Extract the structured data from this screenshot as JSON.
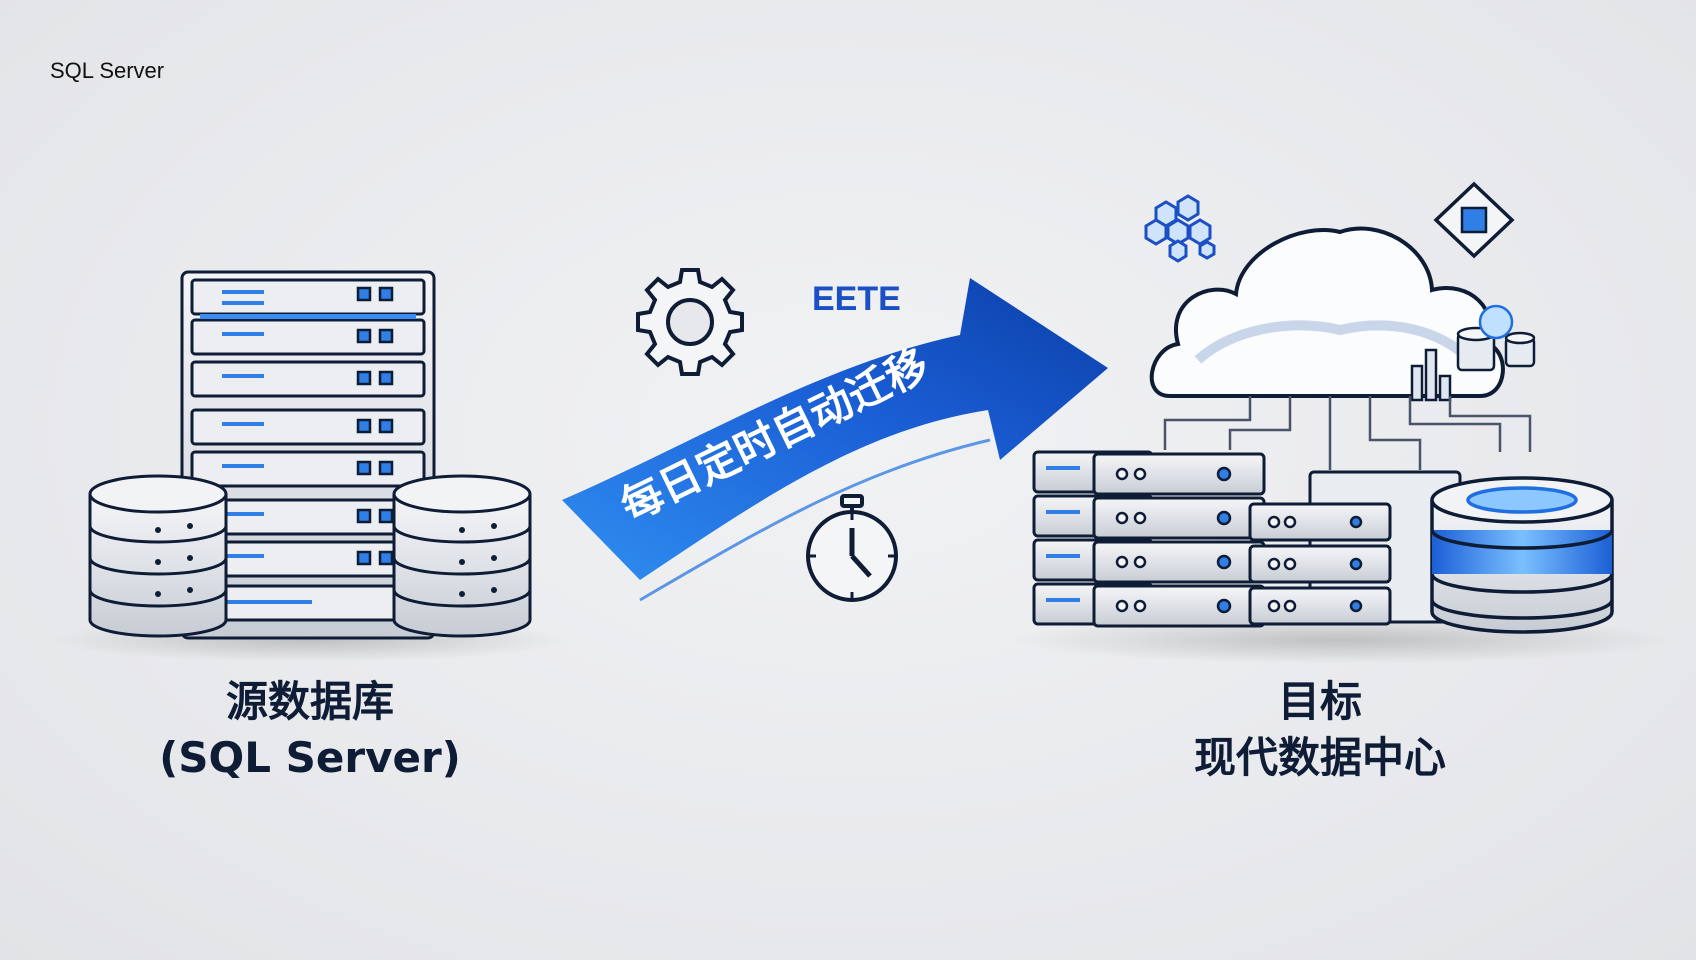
{
  "corner_title": "SQL Server",
  "source": {
    "line1": "源数据库",
    "line2": "(SQL Server)"
  },
  "target": {
    "line1": "目标",
    "line2": "现代数据中心"
  },
  "migration": {
    "label": "每日定时自动迁移",
    "tag": "EETE"
  },
  "colors": {
    "accent_blue": "#1f6fe0",
    "deep_blue": "#0b3fa8",
    "outline": "#0f1c36",
    "metal": "#d9dce2"
  },
  "icons": [
    "gear-icon",
    "stopwatch-icon",
    "cloud-icon",
    "hexagon-cluster-icon",
    "diamond-icon",
    "database-icon",
    "server-rack-icon"
  ]
}
